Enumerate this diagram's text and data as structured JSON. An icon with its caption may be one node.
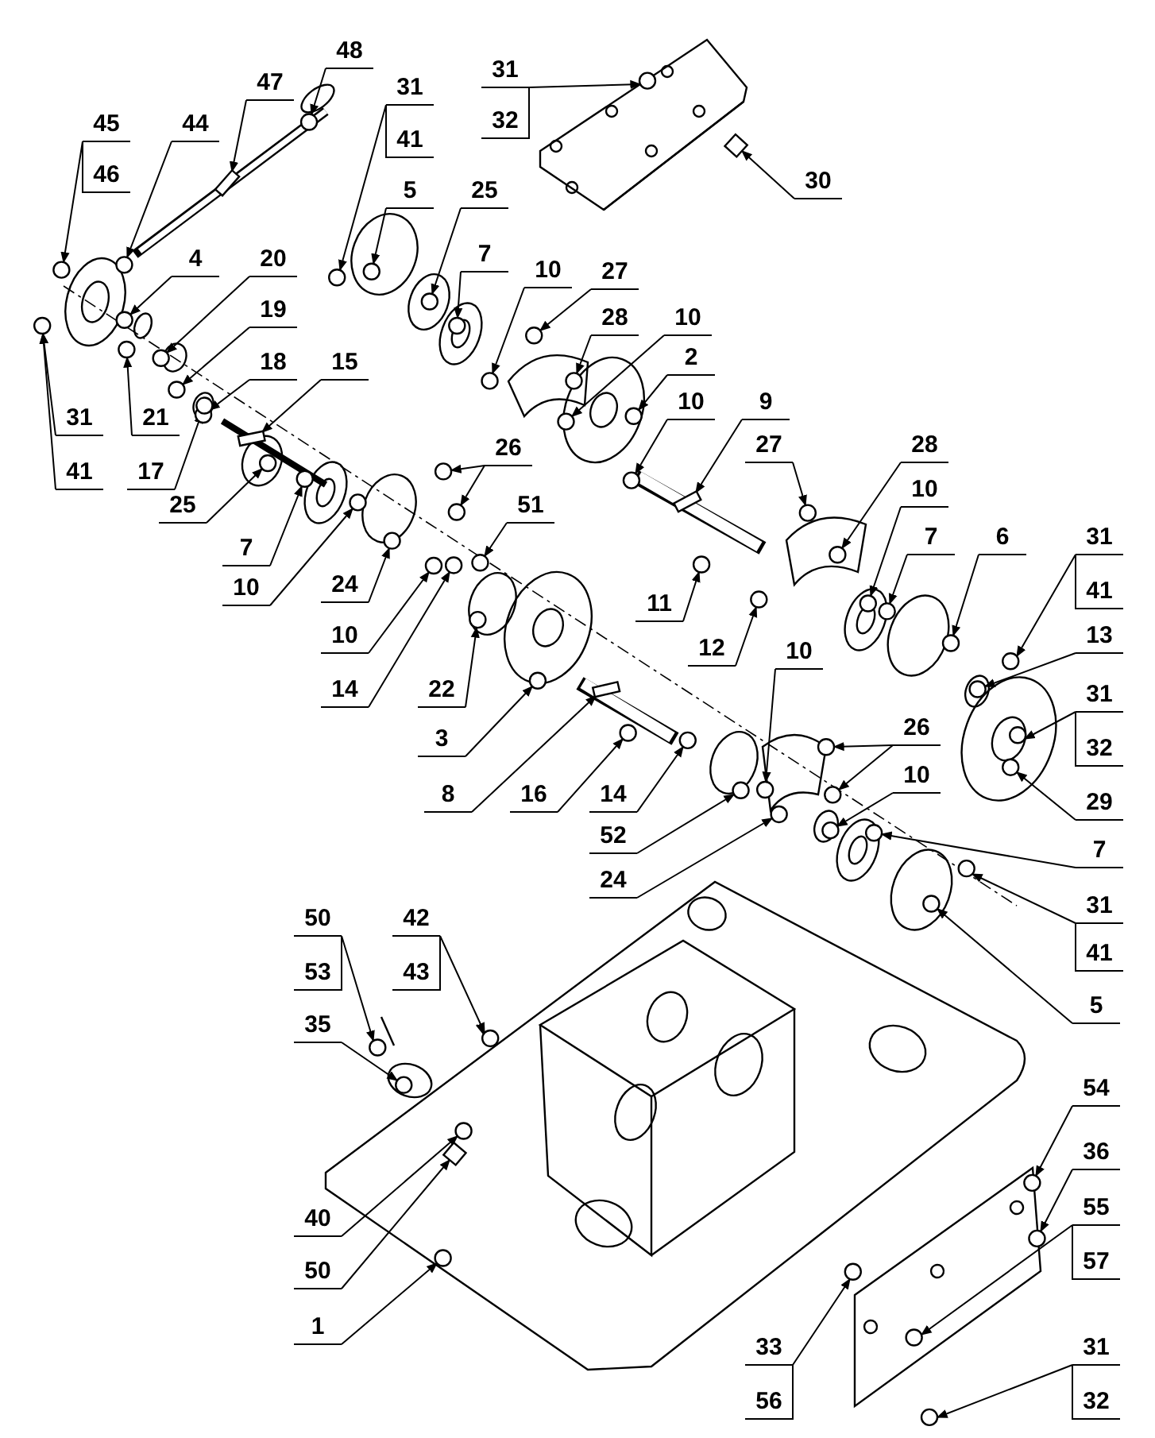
{
  "diagram": {
    "nodes": [
      {
        "text": [
          "31"
        ]
      },
      {
        "text": [
          "32"
        ]
      },
      {
        "text": [
          "48"
        ]
      },
      {
        "text": [
          "47"
        ]
      },
      {
        "text": [
          "31"
        ]
      },
      {
        "text": [
          "41"
        ]
      },
      {
        "text": [
          "45"
        ]
      },
      {
        "text": [
          "46"
        ]
      },
      {
        "text": [
          "44"
        ]
      },
      {
        "text": [
          "30"
        ]
      },
      {
        "text": [
          "5"
        ]
      },
      {
        "text": [
          "25"
        ]
      },
      {
        "text": [
          "4"
        ]
      },
      {
        "text": [
          "20"
        ]
      },
      {
        "text": [
          "7"
        ]
      },
      {
        "text": [
          "10"
        ]
      },
      {
        "text": [
          "27"
        ]
      },
      {
        "text": [
          "19"
        ]
      },
      {
        "text": [
          "28"
        ]
      },
      {
        "text": [
          "10"
        ]
      },
      {
        "text": [
          "18"
        ]
      },
      {
        "text": [
          "15"
        ]
      },
      {
        "text": [
          "2"
        ]
      },
      {
        "text": [
          "10"
        ]
      },
      {
        "text": [
          "9"
        ]
      },
      {
        "text": [
          "31"
        ]
      },
      {
        "text": [
          "21"
        ]
      },
      {
        "text": [
          "41"
        ]
      },
      {
        "text": [
          "17"
        ]
      },
      {
        "text": [
          "26"
        ]
      },
      {
        "text": [
          "27"
        ]
      },
      {
        "text": [
          "28"
        ]
      },
      {
        "text": [
          "10"
        ]
      },
      {
        "text": [
          "25"
        ]
      },
      {
        "text": [
          "51"
        ]
      },
      {
        "text": [
          "7"
        ]
      },
      {
        "text": [
          "7"
        ]
      },
      {
        "text": [
          "6"
        ]
      },
      {
        "text": [
          "31"
        ]
      },
      {
        "text": [
          "41"
        ]
      },
      {
        "text": [
          "10"
        ]
      },
      {
        "text": [
          "24"
        ]
      },
      {
        "text": [
          "11"
        ]
      },
      {
        "text": [
          "13"
        ]
      },
      {
        "text": [
          "10"
        ]
      },
      {
        "text": [
          "12"
        ]
      },
      {
        "text": [
          "10"
        ]
      },
      {
        "text": [
          "14"
        ]
      },
      {
        "text": [
          "22"
        ]
      },
      {
        "text": [
          "31"
        ]
      },
      {
        "text": [
          "32"
        ]
      },
      {
        "text": [
          "26"
        ]
      },
      {
        "text": [
          "3"
        ]
      },
      {
        "text": [
          "10"
        ]
      },
      {
        "text": [
          "8"
        ]
      },
      {
        "text": [
          "16"
        ]
      },
      {
        "text": [
          "14"
        ]
      },
      {
        "text": [
          "29"
        ]
      },
      {
        "text": [
          "52"
        ]
      },
      {
        "text": [
          "7"
        ]
      },
      {
        "text": [
          "24"
        ]
      },
      {
        "text": [
          "31"
        ]
      },
      {
        "text": [
          "41"
        ]
      },
      {
        "text": [
          "5"
        ]
      },
      {
        "text": [
          "50"
        ]
      },
      {
        "text": [
          "53"
        ]
      },
      {
        "text": [
          "42"
        ]
      },
      {
        "text": [
          "43"
        ]
      },
      {
        "text": [
          "35"
        ]
      },
      {
        "text": [
          "54"
        ]
      },
      {
        "text": [
          "36"
        ]
      },
      {
        "text": [
          "55"
        ]
      },
      {
        "text": [
          "57"
        ]
      },
      {
        "text": [
          "40"
        ]
      },
      {
        "text": [
          "50"
        ]
      },
      {
        "text": [
          "1"
        ]
      },
      {
        "text": [
          "33"
        ]
      },
      {
        "text": [
          "56"
        ]
      },
      {
        "text": [
          "31"
        ]
      },
      {
        "text": [
          "32"
        ]
      },
      {
        "text": [],
        "shape": "circle"
      },
      {
        "text": [],
        "shape": "circle"
      },
      {
        "text": [],
        "shape": "bar"
      },
      {
        "text": [],
        "shape": "circle"
      },
      {
        "text": [],
        "shape": "circle"
      },
      {
        "text": [],
        "shape": "circle"
      },
      {
        "text": [],
        "shape": "box"
      },
      {
        "text": [],
        "shape": "circle"
      },
      {
        "text": [],
        "shape": "circle"
      },
      {
        "text": [],
        "shape": "circle"
      },
      {
        "text": [],
        "shape": "circle"
      },
      {
        "text": [],
        "shape": "circle"
      },
      {
        "text": [],
        "shape": "circle"
      },
      {
        "text": [],
        "shape": "circle"
      },
      {
        "text": [],
        "shape": "circle"
      },
      {
        "text": [],
        "shape": "circle"
      },
      {
        "text": [],
        "shape": "circle"
      },
      {
        "text": [],
        "shape": "circle"
      },
      {
        "text": [],
        "shape": "bar"
      },
      {
        "text": [],
        "shape": "circle"
      },
      {
        "text": [],
        "shape": "circle"
      },
      {
        "text": [],
        "shape": "bar"
      },
      {
        "text": [],
        "shape": "circle"
      },
      {
        "text": [],
        "shape": "circle"
      },
      {
        "text": [],
        "shape": "circle"
      },
      {
        "text": [],
        "shape": "circle"
      },
      {
        "text": [],
        "shape": "circle"
      },
      {
        "text": [],
        "shape": "circle"
      },
      {
        "text": [],
        "shape": "circle"
      },
      {
        "text": [],
        "shape": "circle"
      },
      {
        "text": [],
        "shape": "circle"
      },
      {
        "text": [],
        "shape": "circle"
      },
      {
        "text": [],
        "shape": "circle"
      },
      {
        "text": [],
        "shape": "circle"
      },
      {
        "text": [],
        "shape": "circle"
      },
      {
        "text": [],
        "shape": "circle"
      },
      {
        "text": [],
        "shape": "circle"
      },
      {
        "text": [],
        "shape": "circle"
      },
      {
        "text": [],
        "shape": "circle"
      },
      {
        "text": [],
        "shape": "circle"
      },
      {
        "text": [],
        "shape": "circle"
      },
      {
        "text": [],
        "shape": "circle"
      },
      {
        "text": [],
        "shape": "circle"
      },
      {
        "text": [],
        "shape": "circle"
      },
      {
        "text": [],
        "shape": "circle"
      },
      {
        "text": [],
        "shape": "circle"
      },
      {
        "text": [],
        "shape": "circle"
      },
      {
        "text": [],
        "shape": "circle"
      },
      {
        "text": [],
        "shape": "circle"
      },
      {
        "text": [],
        "shape": "circle"
      },
      {
        "text": [],
        "shape": "bar"
      },
      {
        "text": [],
        "shape": "circle"
      },
      {
        "text": [],
        "shape": "circle"
      },
      {
        "text": [],
        "shape": "circle"
      },
      {
        "text": [],
        "shape": "circle"
      },
      {
        "text": [],
        "shape": "circle"
      },
      {
        "text": [],
        "shape": "circle"
      },
      {
        "text": [],
        "shape": "circle"
      },
      {
        "text": [],
        "shape": "circle"
      },
      {
        "text": [],
        "shape": "circle"
      },
      {
        "text": [],
        "shape": "circle"
      },
      {
        "text": [],
        "shape": "circle"
      },
      {
        "text": [],
        "shape": "circle"
      },
      {
        "text": [],
        "shape": "circle"
      },
      {
        "text": [],
        "shape": "circle"
      },
      {
        "text": [],
        "shape": "circle"
      },
      {
        "text": [],
        "shape": "box"
      },
      {
        "text": [],
        "shape": "circle"
      },
      {
        "text": [],
        "shape": "circle"
      },
      {
        "text": [],
        "shape": "circle"
      }
    ],
    "edges": [
      {
        "from": 0,
        "to": 80,
        "arrow": "to"
      },
      {
        "from": 2,
        "to": 81,
        "arrow": "to"
      },
      {
        "from": 3,
        "to": 82,
        "arrow": "to"
      },
      {
        "from": 4,
        "to": 83,
        "arrow": "to"
      },
      {
        "from": 6,
        "to": 84,
        "arrow": "to"
      },
      {
        "from": 8,
        "to": 85,
        "arrow": "to"
      },
      {
        "from": 9,
        "to": 86,
        "arrow": "to"
      },
      {
        "from": 10,
        "to": 87,
        "arrow": "to"
      },
      {
        "from": 11,
        "to": 88,
        "arrow": "to"
      },
      {
        "from": 12,
        "to": 89,
        "arrow": "to"
      },
      {
        "from": 13,
        "to": 90,
        "arrow": "to"
      },
      {
        "from": 14,
        "to": 91,
        "arrow": "to"
      },
      {
        "from": 15,
        "to": 92,
        "arrow": "to"
      },
      {
        "from": 16,
        "to": 93,
        "arrow": "to"
      },
      {
        "from": 17,
        "to": 94,
        "arrow": "to"
      },
      {
        "from": 18,
        "to": 95,
        "arrow": "to"
      },
      {
        "from": 19,
        "to": 96,
        "arrow": "to"
      },
      {
        "from": 20,
        "to": 97,
        "arrow": "to"
      },
      {
        "from": 21,
        "to": 98,
        "arrow": "to"
      },
      {
        "from": 22,
        "to": 99,
        "arrow": "to"
      },
      {
        "from": 23,
        "to": 100,
        "arrow": "to"
      },
      {
        "from": 24,
        "to": 101,
        "arrow": "to"
      },
      {
        "from": 25,
        "to": 102,
        "arrow": "to"
      },
      {
        "from": 26,
        "to": 103,
        "arrow": "to"
      },
      {
        "from": 28,
        "to": 104,
        "arrow": "to"
      },
      {
        "from": 29,
        "to": 105,
        "arrow": "to"
      },
      {
        "from": 29,
        "to": 106,
        "arrow": "to"
      },
      {
        "from": 30,
        "to": 107,
        "arrow": "to"
      },
      {
        "from": 31,
        "to": 108,
        "arrow": "to"
      },
      {
        "from": 32,
        "to": 109,
        "arrow": "to"
      },
      {
        "from": 33,
        "to": 110,
        "arrow": "to"
      },
      {
        "from": 34,
        "to": 111,
        "arrow": "to"
      },
      {
        "from": 35,
        "to": 112,
        "arrow": "to"
      },
      {
        "from": 36,
        "to": 113,
        "arrow": "to"
      },
      {
        "from": 37,
        "to": 114,
        "arrow": "to"
      },
      {
        "from": 38,
        "to": 115,
        "arrow": "to"
      },
      {
        "from": 40,
        "to": 116,
        "arrow": "to"
      },
      {
        "from": 41,
        "to": 117,
        "arrow": "to"
      },
      {
        "from": 42,
        "to": 118,
        "arrow": "to"
      },
      {
        "from": 43,
        "to": 119,
        "arrow": "to"
      },
      {
        "from": 44,
        "to": 120,
        "arrow": "to"
      },
      {
        "from": 45,
        "to": 121,
        "arrow": "to"
      },
      {
        "from": 46,
        "to": 122,
        "arrow": "to"
      },
      {
        "from": 47,
        "to": 123,
        "arrow": "to"
      },
      {
        "from": 48,
        "to": 124,
        "arrow": "to"
      },
      {
        "from": 49,
        "to": 125,
        "arrow": "to"
      },
      {
        "from": 51,
        "to": 126,
        "arrow": "to"
      },
      {
        "from": 51,
        "to": 127,
        "arrow": "to"
      },
      {
        "from": 52,
        "to": 128,
        "arrow": "to"
      },
      {
        "from": 53,
        "to": 129,
        "arrow": "to"
      },
      {
        "from": 54,
        "to": 130,
        "arrow": "to"
      },
      {
        "from": 55,
        "to": 131,
        "arrow": "to"
      },
      {
        "from": 56,
        "to": 132,
        "arrow": "to"
      },
      {
        "from": 57,
        "to": 133,
        "arrow": "to"
      },
      {
        "from": 58,
        "to": 134,
        "arrow": "to"
      },
      {
        "from": 59,
        "to": 135,
        "arrow": "to"
      },
      {
        "from": 60,
        "to": 136,
        "arrow": "to"
      },
      {
        "from": 61,
        "to": 137,
        "arrow": "to"
      },
      {
        "from": 63,
        "to": 138,
        "arrow": "to"
      },
      {
        "from": 64,
        "to": 139,
        "arrow": "to"
      },
      {
        "from": 66,
        "to": 140,
        "arrow": "to"
      },
      {
        "from": 68,
        "to": 141,
        "arrow": "to"
      },
      {
        "from": 69,
        "to": 142,
        "arrow": "to"
      },
      {
        "from": 70,
        "to": 143,
        "arrow": "to"
      },
      {
        "from": 71,
        "to": 144,
        "arrow": "to"
      },
      {
        "from": 73,
        "to": 145,
        "arrow": "to"
      },
      {
        "from": 74,
        "to": 146,
        "arrow": "to"
      },
      {
        "from": 75,
        "to": 147,
        "arrow": "to"
      },
      {
        "from": 76,
        "to": 148,
        "arrow": "to"
      },
      {
        "from": 78,
        "to": 149,
        "arrow": "to"
      },
      {
        "from": 1,
        "to": 80,
        "arrow": "to"
      },
      {
        "from": 5,
        "to": 83,
        "arrow": "to"
      },
      {
        "from": 7,
        "to": 84,
        "arrow": "to"
      },
      {
        "from": 27,
        "to": 102,
        "arrow": "to"
      },
      {
        "from": 39,
        "to": 115,
        "arrow": "to"
      },
      {
        "from": 50,
        "to": 125,
        "arrow": "to"
      },
      {
        "from": 62,
        "to": 137,
        "arrow": "to"
      },
      {
        "from": 65,
        "to": 139,
        "arrow": "to"
      },
      {
        "from": 67,
        "to": 140,
        "arrow": "to"
      },
      {
        "from": 72,
        "to": 144,
        "arrow": "to"
      },
      {
        "from": 77,
        "to": 148,
        "arrow": "to"
      },
      {
        "from": 79,
        "to": 149,
        "arrow": "to"
      }
    ]
  }
}
